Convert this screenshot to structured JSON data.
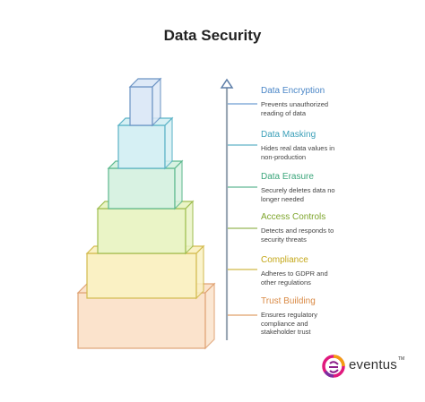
{
  "title": "Data Security",
  "levels": [
    {
      "label": "Data Encryption",
      "desc": [
        "Prevents unauthorized",
        "reading of data"
      ],
      "color": "#4a86c7",
      "fill": "#dde9f7",
      "stroke": "#6b93c4"
    },
    {
      "label": "Data Masking",
      "desc": [
        "Hides real data values in",
        "non-production"
      ],
      "color": "#3a9fb8",
      "fill": "#d6f0f4",
      "stroke": "#5ab2c6"
    },
    {
      "label": "Data Erasure",
      "desc": [
        "Securely deletes data no",
        "longer needed"
      ],
      "color": "#3aa57a",
      "fill": "#d8f2e2",
      "stroke": "#5cb88e"
    },
    {
      "label": "Access Controls",
      "desc": [
        "Detects and responds to",
        "security threats"
      ],
      "color": "#7ea52c",
      "fill": "#eaf4c6",
      "stroke": "#9fbd50"
    },
    {
      "label": "Compliance",
      "desc": [
        "Adheres to GDPR and",
        "other regulations"
      ],
      "color": "#c4a718",
      "fill": "#faf1c4",
      "stroke": "#d3bb4e"
    },
    {
      "label": "Trust Building",
      "desc": [
        "Ensures regulatory",
        "compliance and",
        "stakeholder trust"
      ],
      "color": "#d98a45",
      "fill": "#fbe3cc",
      "stroke": "#e0a374"
    }
  ],
  "logo": {
    "text": "eventus",
    "tm": "TM"
  }
}
